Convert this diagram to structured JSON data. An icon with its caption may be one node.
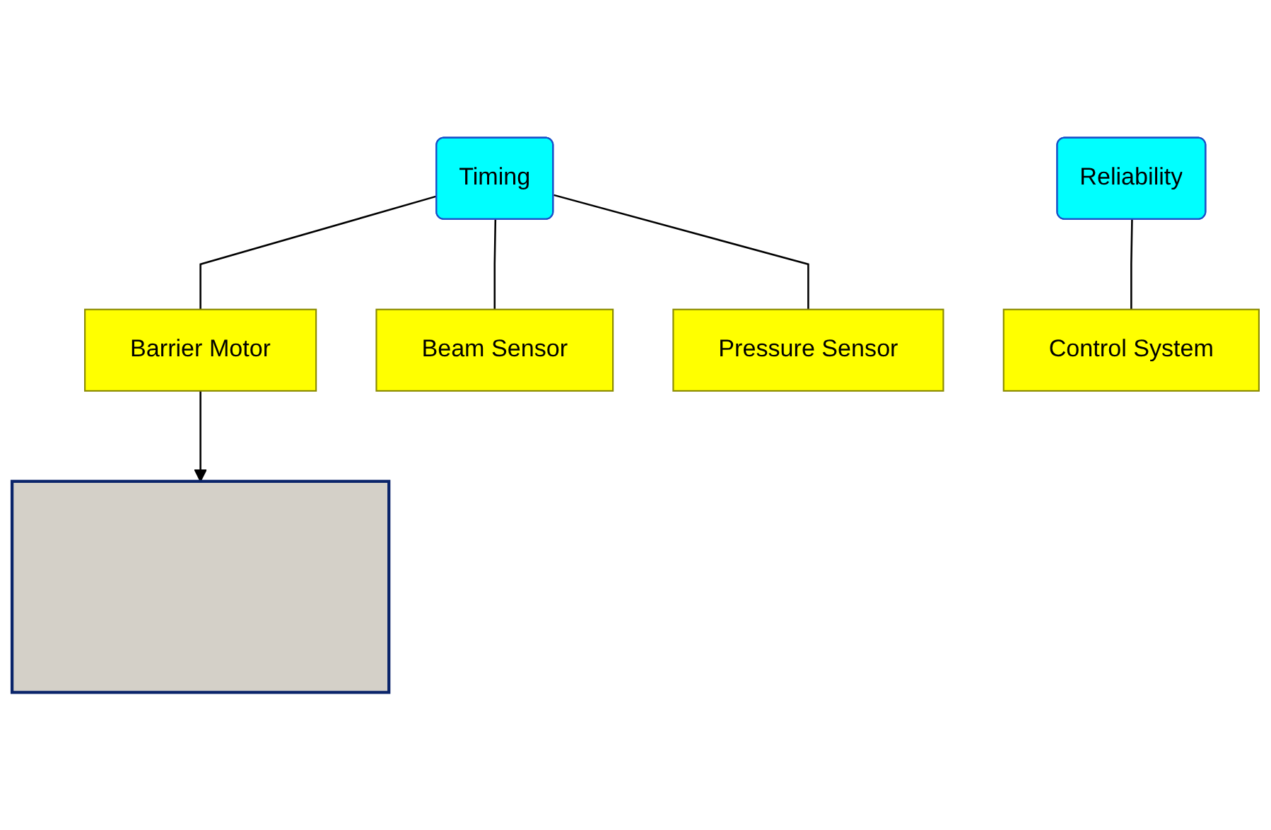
{
  "diagram": {
    "nodes": [
      {
        "text": [
          "Timing"
        ]
      },
      {
        "text": [
          "Reliability"
        ]
      },
      {
        "text": [
          "Barrier Motor"
        ]
      },
      {
        "text": [
          "Beam Sensor"
        ]
      },
      {
        "text": [
          "Pressure Sensor"
        ]
      },
      {
        "text": [
          "Control System"
        ]
      },
      {
        "text": [],
        "shape": "box"
      }
    ],
    "edges": [
      {
        "from": 0,
        "to": 2,
        "arrow": "none"
      },
      {
        "from": 0,
        "to": 3,
        "arrow": "none"
      },
      {
        "from": 0,
        "to": 4,
        "arrow": "none"
      },
      {
        "from": 1,
        "to": 5,
        "arrow": "none"
      },
      {
        "from": 2,
        "to": 6,
        "arrow": "to"
      }
    ]
  }
}
